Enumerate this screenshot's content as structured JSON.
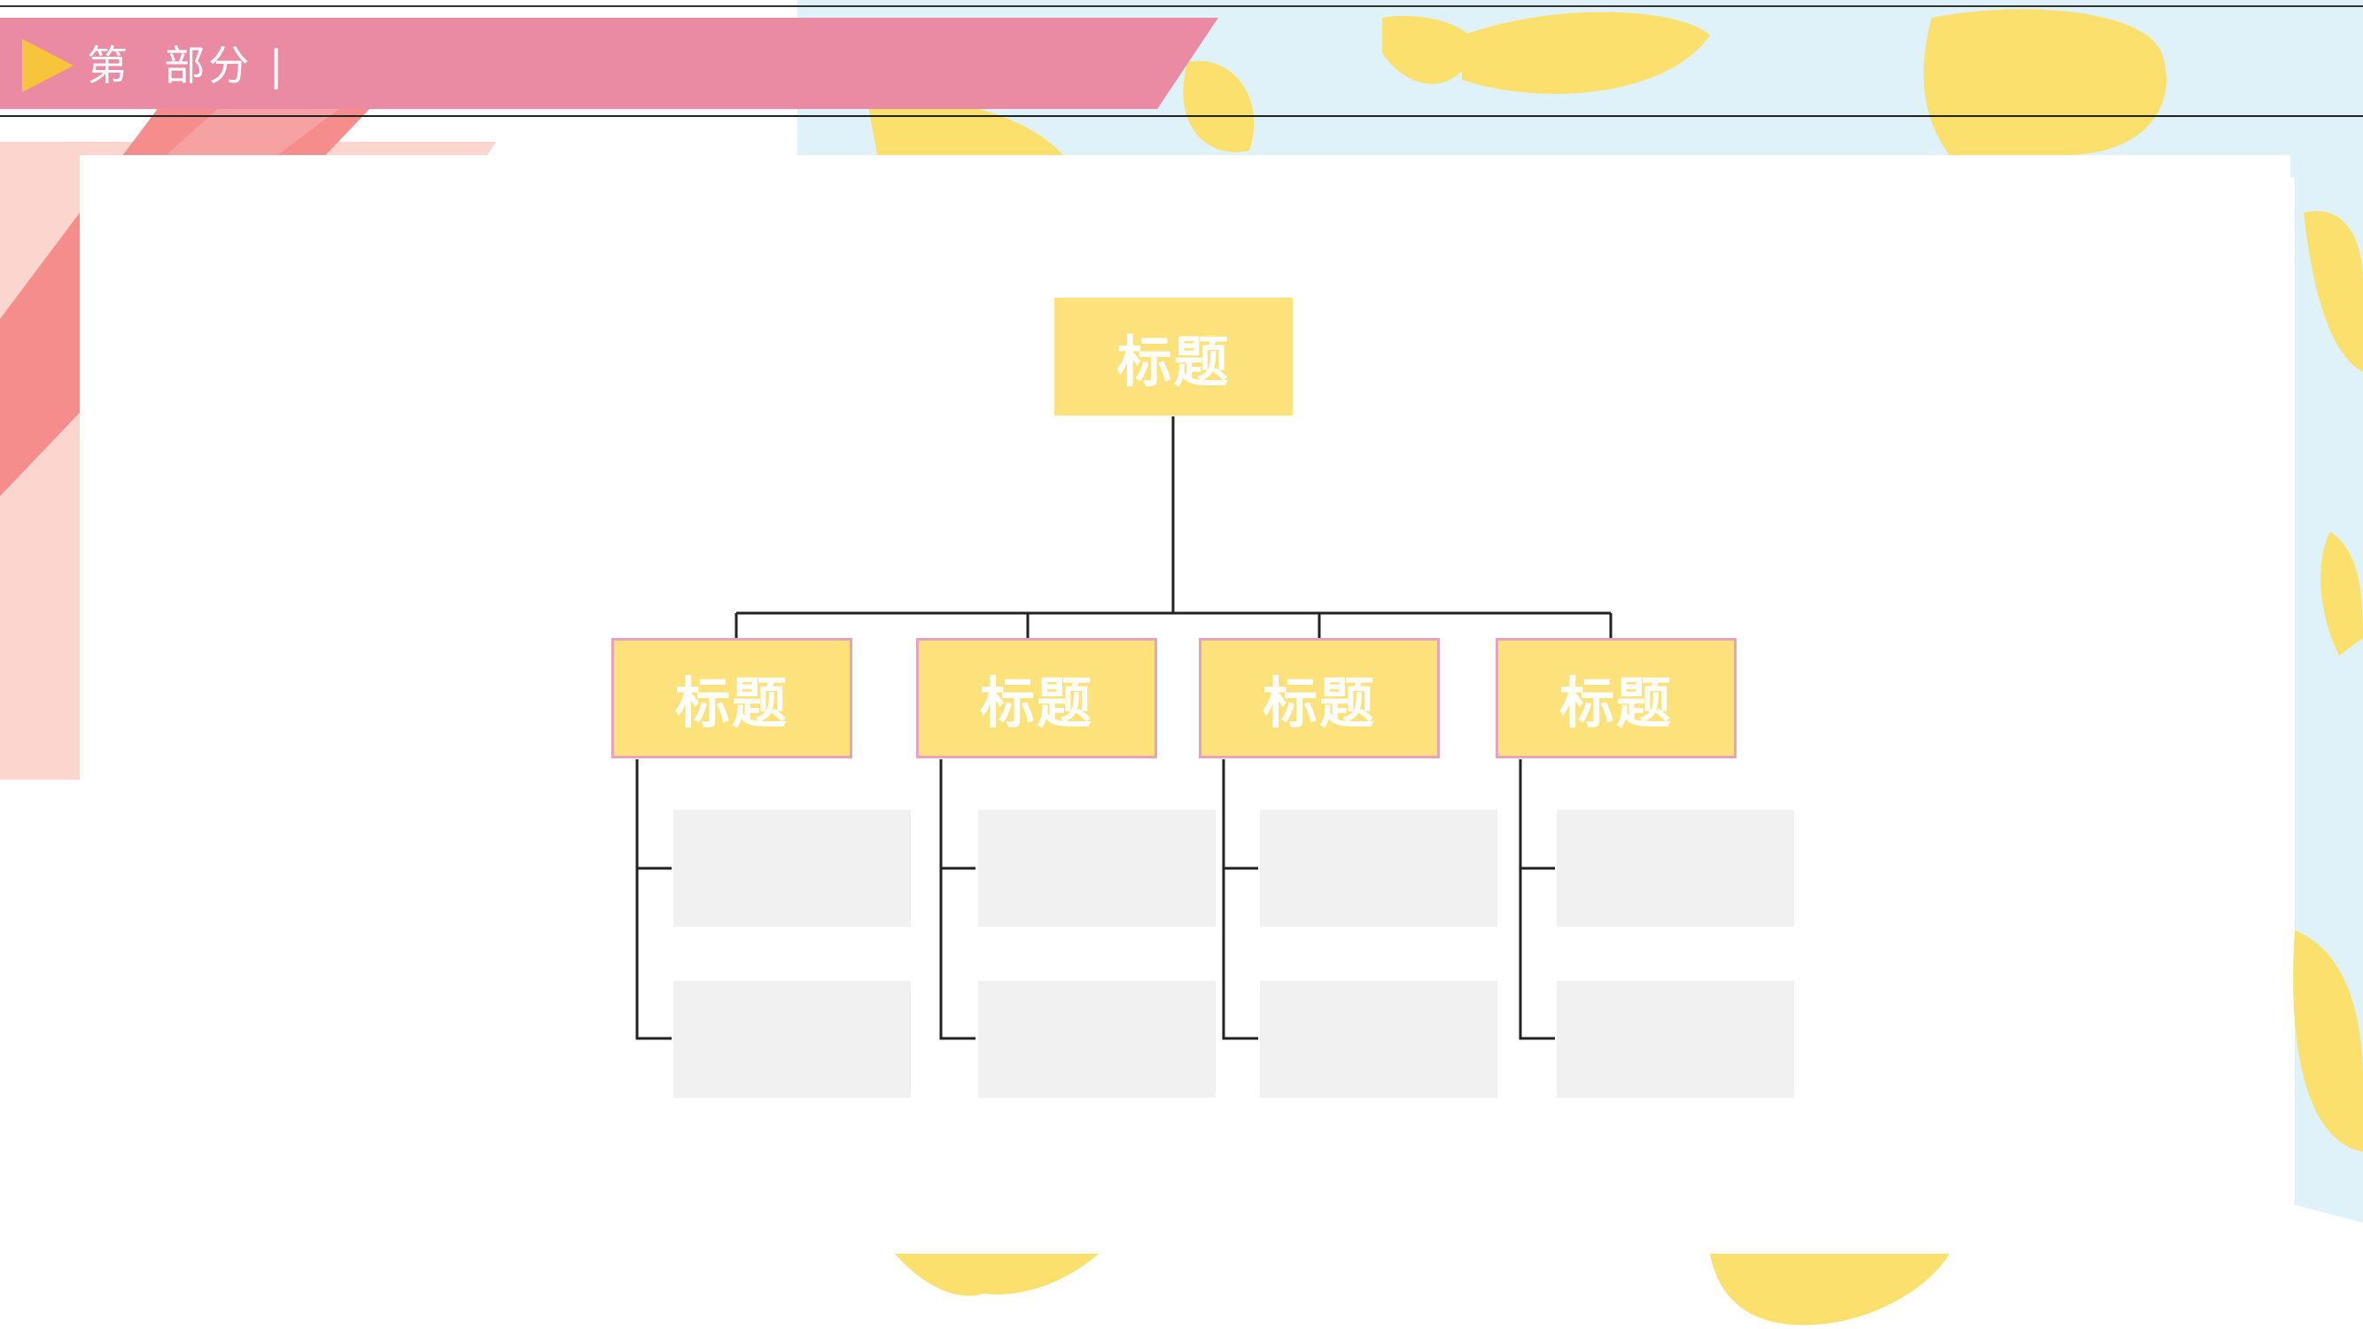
{
  "header": {
    "section_title": "第  部分 |",
    "banner_color": "#ea8ba3",
    "icon": "play-triangle-icon",
    "icon_color": "#f7c53b"
  },
  "diagram": {
    "root": {
      "label": "标题"
    },
    "children": [
      {
        "label": "标题",
        "leaves": [
          "",
          ""
        ]
      },
      {
        "label": "标题",
        "leaves": [
          "",
          ""
        ]
      },
      {
        "label": "标题",
        "leaves": [
          "",
          ""
        ]
      },
      {
        "label": "标题",
        "leaves": [
          "",
          ""
        ]
      }
    ],
    "node_color": "#fde17a",
    "child_border_color": "#e7a2bd",
    "leaf_color": "#f1f1f1",
    "line_color": "#222222"
  },
  "decoration": {
    "map_color": "#fbe06d",
    "sky_color": "#dff2fa",
    "stripe_colors": [
      "#f58d8d",
      "#fcd5cf"
    ]
  }
}
